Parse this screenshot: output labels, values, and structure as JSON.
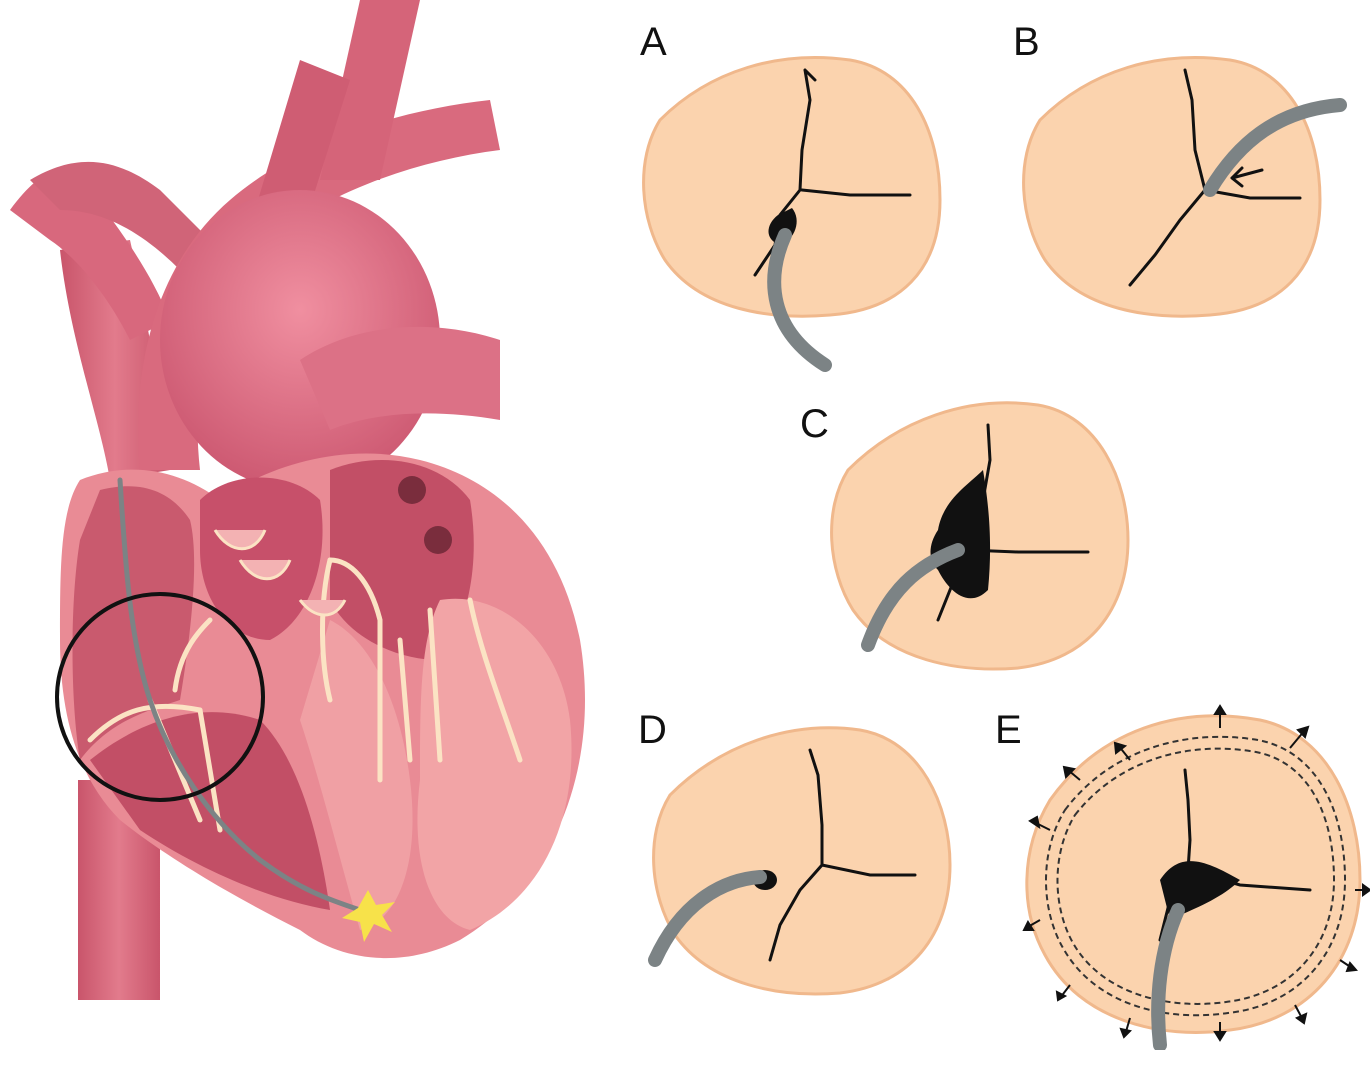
{
  "panels": [
    {
      "id": "A",
      "label": "A"
    },
    {
      "id": "B",
      "label": "B"
    },
    {
      "id": "C",
      "label": "C"
    },
    {
      "id": "D",
      "label": "D"
    },
    {
      "id": "E",
      "label": "E"
    }
  ],
  "colors": {
    "valve_fill": "#fbd3ae",
    "valve_edge": "#f0b88c",
    "heart_dark": "#c95a6e",
    "heart_mid": "#dd7384",
    "heart_light": "#f2a4a6",
    "heart_outer": "#e98b95",
    "tendon": "#fbe3c4",
    "catheter": "#7c8385",
    "spark": "#f7e24a",
    "outline": "#111111"
  }
}
